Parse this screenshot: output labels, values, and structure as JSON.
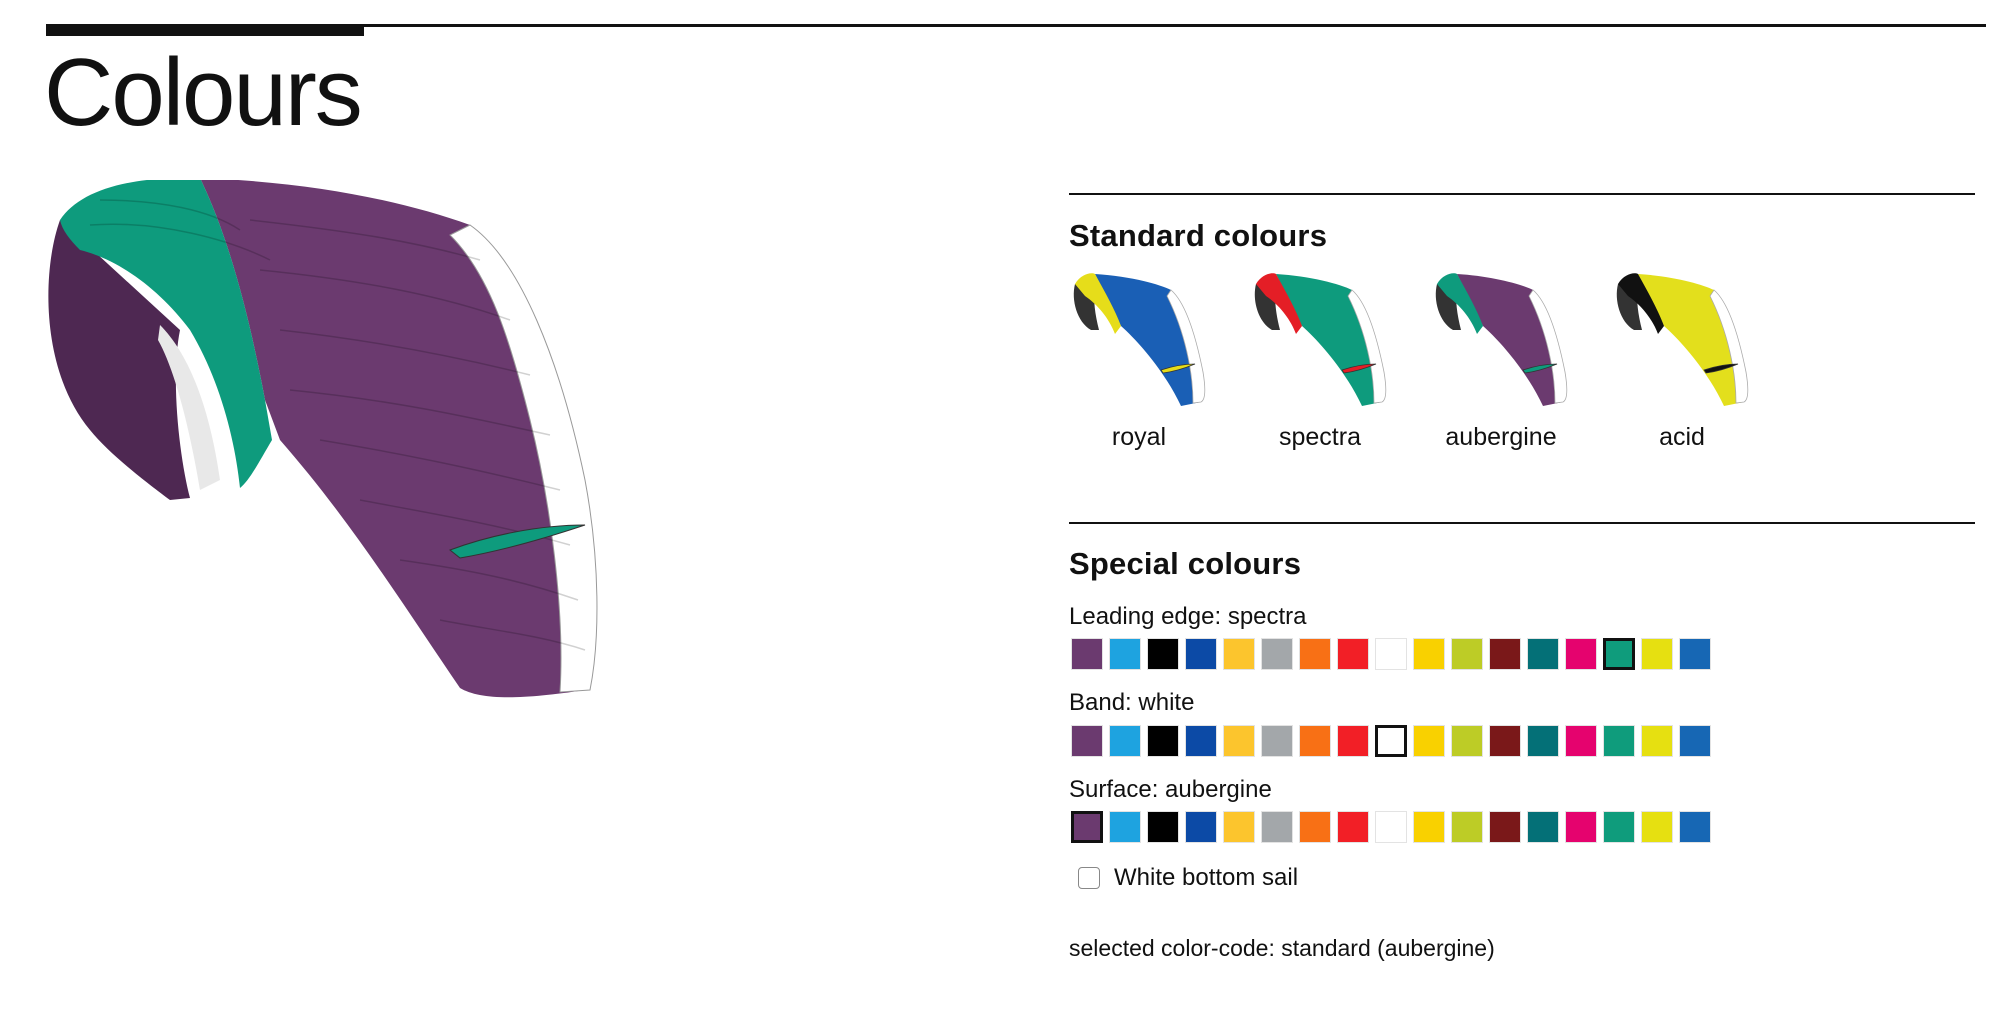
{
  "page": {
    "title": "Colours"
  },
  "standard": {
    "heading": "Standard colours",
    "options": [
      {
        "name": "royal",
        "edge": "#e6dd1a",
        "surface": "#1a5fb5",
        "band": "#ffffff"
      },
      {
        "name": "spectra",
        "edge": "#e41e26",
        "surface": "#0e9b7d",
        "band": "#ffffff"
      },
      {
        "name": "aubergine",
        "edge": "#0e9b7d",
        "surface": "#6b3a6f",
        "band": "#ffffff"
      },
      {
        "name": "acid",
        "edge": "#111111",
        "surface": "#e3df1c",
        "band": "#ffffff"
      }
    ]
  },
  "special": {
    "heading": "Special colours",
    "palette": [
      "#6b3a6f",
      "#1ea3e0",
      "#000000",
      "#0c4aa6",
      "#fcc52d",
      "#a3a7aa",
      "#f87015",
      "#f21f26",
      "#ffffff",
      "#f9d100",
      "#bdcc26",
      "#7a1819",
      "#047077",
      "#e5036e",
      "#0f9c7c",
      "#e6e011",
      "#1767b4"
    ],
    "palette_names": [
      "aubergine",
      "sky",
      "black",
      "royal blue",
      "gold",
      "grey",
      "orange",
      "red",
      "white",
      "yellow",
      "lime",
      "burgundy",
      "petrol",
      "magenta",
      "spectra green",
      "acid yellow",
      "blue"
    ],
    "rows": [
      {
        "label": "Leading edge: spectra",
        "selected_index": 14
      },
      {
        "label": "Band: white",
        "selected_index": 8
      },
      {
        "label": "Surface: aubergine",
        "selected_index": 0
      }
    ],
    "white_bottom_sail": {
      "label": "White bottom sail",
      "checked": false
    }
  },
  "status": "selected color-code: standard (aubergine)",
  "preview": {
    "edge": "#0e9b7d",
    "surface": "#6b3a6f",
    "band": "#ffffff"
  }
}
